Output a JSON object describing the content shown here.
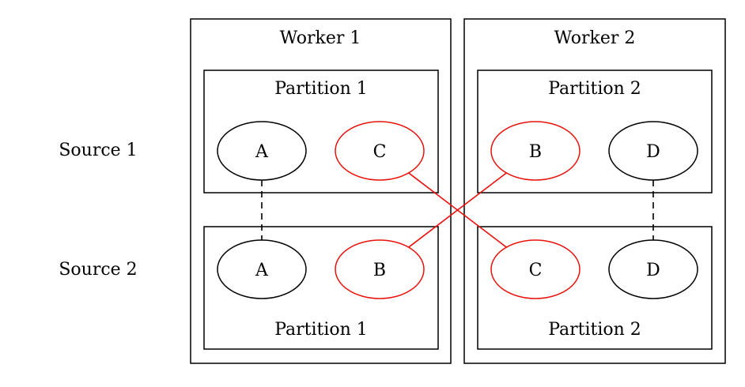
{
  "colors": {
    "default": "#000000",
    "highlight": "#e8120c"
  },
  "rows": {
    "source1": {
      "label": "Source 1"
    },
    "source2": {
      "label": "Source 2"
    }
  },
  "workers": [
    {
      "label": "Worker 1",
      "partitions": [
        {
          "label": "Partition 1",
          "row": "source1",
          "nodes": [
            {
              "label": "A",
              "color": "default"
            },
            {
              "label": "C",
              "color": "highlight"
            }
          ]
        },
        {
          "label": "Partition 1",
          "row": "source2",
          "nodes": [
            {
              "label": "A",
              "color": "default"
            },
            {
              "label": "B",
              "color": "highlight"
            }
          ]
        }
      ]
    },
    {
      "label": "Worker 2",
      "partitions": [
        {
          "label": "Partition 2",
          "row": "source1",
          "nodes": [
            {
              "label": "B",
              "color": "highlight"
            },
            {
              "label": "D",
              "color": "default"
            }
          ]
        },
        {
          "label": "Partition 2",
          "row": "source2",
          "nodes": [
            {
              "label": "C",
              "color": "highlight"
            },
            {
              "label": "D",
              "color": "default"
            }
          ]
        }
      ]
    }
  ],
  "edges": [
    {
      "from": "w1-s1-A",
      "to": "w1-s2-A",
      "style": "dashed",
      "color": "default"
    },
    {
      "from": "w2-s1-D",
      "to": "w2-s2-D",
      "style": "dashed",
      "color": "default"
    },
    {
      "from": "w1-s1-C",
      "to": "w2-s2-C",
      "style": "solid",
      "color": "highlight"
    },
    {
      "from": "w2-s1-B",
      "to": "w1-s2-B",
      "style": "solid",
      "color": "highlight"
    }
  ]
}
